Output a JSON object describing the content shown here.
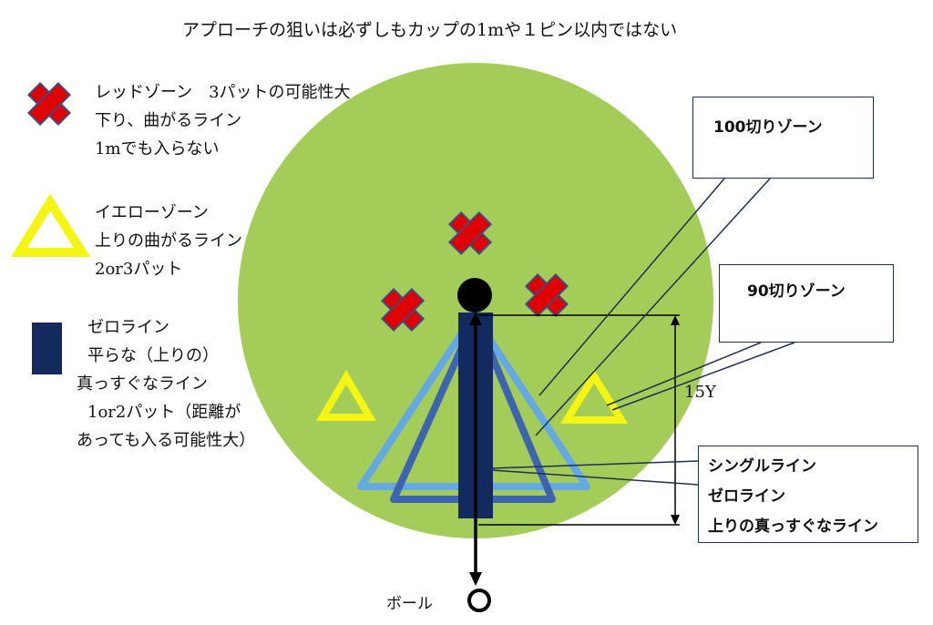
{
  "title": "アプローチの狙いは必ずしもカップの1mや１ピン以内ではない",
  "legend": {
    "red": {
      "icon": "red-cross-icon",
      "color": "#e00000",
      "lines": [
        "レッドゾーン　3パットの可能性大",
        "下り、曲がるライン",
        "1mでも入らない"
      ]
    },
    "yellow": {
      "icon": "yellow-triangle-icon",
      "color": "#f5f514",
      "lines": [
        "イエローゾーン",
        "上りの曲がるライン",
        "2or3パット"
      ]
    },
    "navy": {
      "icon": "navy-bar-icon",
      "color": "#122a5e",
      "lines": [
        "ゼロライン",
        "平らな（上りの）",
        "真っすぐなライン",
        "1or2パット（距離が",
        "あっても入る可能性大）"
      ]
    }
  },
  "callouts": {
    "zone100": "100切りゾーン",
    "zone90": "90切りゾーン",
    "zero": [
      "シングルライン",
      "ゼロライン",
      "上りの真っすぐなライン"
    ]
  },
  "distance_label": "15Y",
  "ball_label": "ボール",
  "colors": {
    "green": "#a3cd58",
    "light_blue_triangle": "#64a8e4",
    "mid_blue_triangle": "#3c64b0",
    "leader": "#1f2f56"
  }
}
